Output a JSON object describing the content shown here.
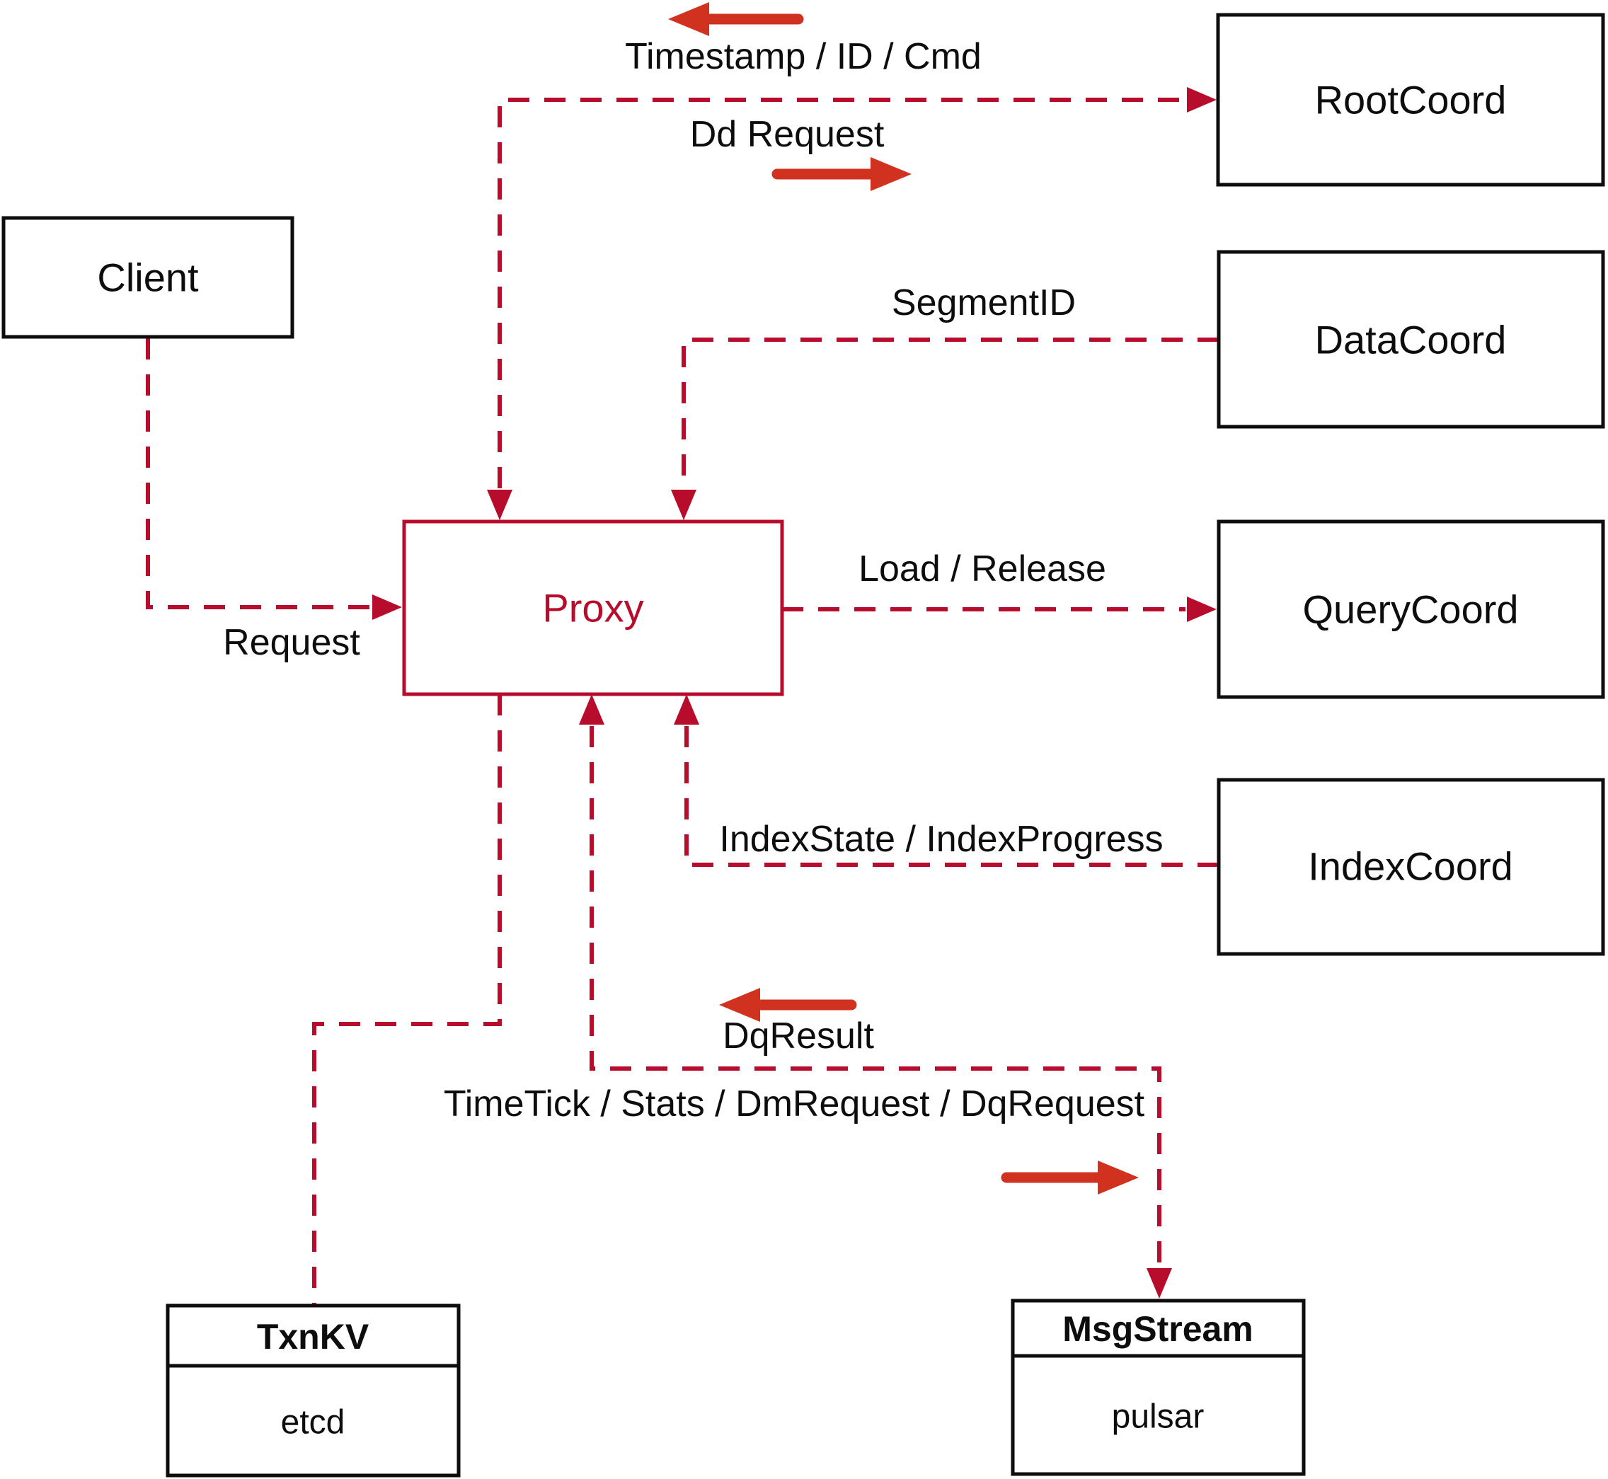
{
  "colors": {
    "line_crimson": "#b80c2c",
    "arrow_red": "#d13220",
    "ink": "#0d0d0d",
    "background": "#ffffff"
  },
  "nodes": {
    "client": {
      "label": "Client"
    },
    "proxy": {
      "label": "Proxy"
    },
    "rootcoord": {
      "label": "RootCoord"
    },
    "datacoord": {
      "label": "DataCoord"
    },
    "querycoord": {
      "label": "QueryCoord"
    },
    "indexcoord": {
      "label": "IndexCoord"
    },
    "txnkv": {
      "title": "TxnKV",
      "impl": "etcd"
    },
    "msgstream": {
      "title": "MsgStream",
      "impl": "pulsar"
    }
  },
  "edges": {
    "client_proxy": {
      "label": "Request"
    },
    "proxy_rootcoord": {
      "reply_label": "Timestamp / ID / Cmd",
      "send_label": "Dd Request"
    },
    "datacoord_proxy": {
      "label": "SegmentID"
    },
    "proxy_querycoord": {
      "label": "Load / Release"
    },
    "indexcoord_proxy": {
      "label": "IndexState / IndexProgress"
    },
    "proxy_msgstream": {
      "reply_label": "DqResult",
      "send_label": "TimeTick / Stats / DmRequest / DqRequest"
    }
  }
}
